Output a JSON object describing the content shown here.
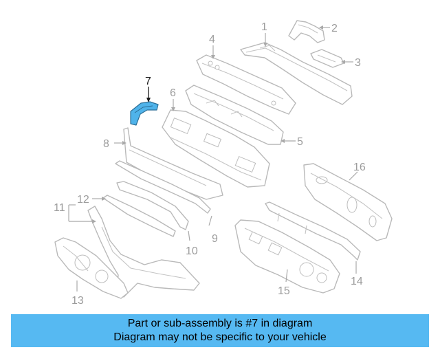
{
  "callouts": [
    {
      "id": "1",
      "label": "1"
    },
    {
      "id": "2",
      "label": "2"
    },
    {
      "id": "3",
      "label": "3"
    },
    {
      "id": "4",
      "label": "4"
    },
    {
      "id": "5",
      "label": "5"
    },
    {
      "id": "6",
      "label": "6"
    },
    {
      "id": "7",
      "label": "7",
      "highlighted": true
    },
    {
      "id": "8",
      "label": "8"
    },
    {
      "id": "9",
      "label": "9"
    },
    {
      "id": "10",
      "label": "10"
    },
    {
      "id": "11",
      "label": "11"
    },
    {
      "id": "12",
      "label": "12"
    },
    {
      "id": "13",
      "label": "13"
    },
    {
      "id": "14",
      "label": "14"
    },
    {
      "id": "15",
      "label": "15"
    },
    {
      "id": "16",
      "label": "16"
    }
  ],
  "colors": {
    "highlight_part": "#4fb3ea",
    "banner_background": "#56b9f2",
    "line_art": "#b9b9b9"
  },
  "banner": {
    "line1": "Part or sub-assembly is #7 in diagram",
    "line2": "Diagram may not be specific to your vehicle"
  }
}
